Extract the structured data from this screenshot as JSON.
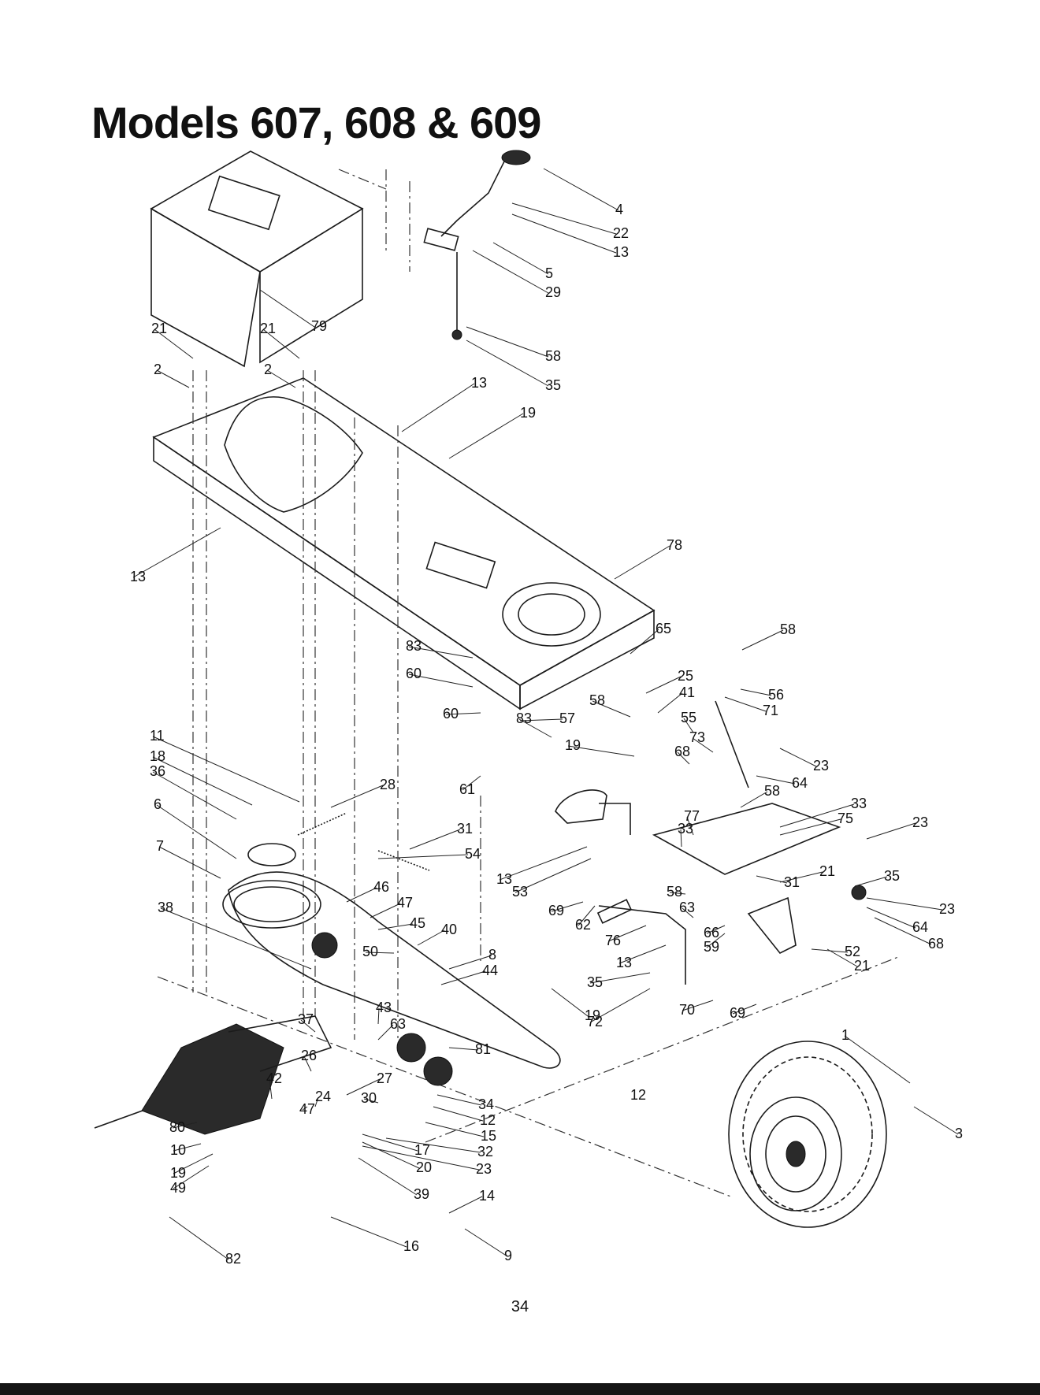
{
  "title": "Models 607, 608 & 609",
  "page_number": "34",
  "callouts": [
    "4",
    "22",
    "13",
    "5",
    "29",
    "79",
    "21",
    "21",
    "2",
    "2",
    "58",
    "35",
    "13",
    "19",
    "13",
    "78",
    "65",
    "58",
    "83",
    "60",
    "25",
    "41",
    "56",
    "71",
    "60",
    "83",
    "57",
    "58",
    "55",
    "73",
    "19",
    "23",
    "64",
    "68",
    "11",
    "18",
    "36",
    "28",
    "61",
    "58",
    "33",
    "75",
    "6",
    "31",
    "54",
    "77",
    "33",
    "23",
    "13",
    "53",
    "21",
    "35",
    "7",
    "46",
    "47",
    "45",
    "58",
    "63",
    "62",
    "23",
    "64",
    "38",
    "69",
    "31",
    "66",
    "68",
    "59",
    "52",
    "40",
    "76",
    "21",
    "50",
    "8",
    "44",
    "13",
    "35",
    "70",
    "69",
    "72",
    "12",
    "43",
    "63",
    "19",
    "37",
    "81",
    "1",
    "26",
    "42",
    "27",
    "24",
    "47",
    "34",
    "12",
    "30",
    "15",
    "80",
    "3",
    "10",
    "17",
    "32",
    "19",
    "20",
    "49",
    "23",
    "39",
    "14",
    "16",
    "9",
    "82"
  ],
  "icons": {
    "chassis": "tractor-frame-icon",
    "dash_panel": "dash-panel-icon",
    "transaxle": "transaxle-icon",
    "wheel": "rear-wheel-icon",
    "pulley": "pulley-icon",
    "belt": "drive-belt-icon",
    "pedal": "brake-pedal-icon",
    "lever": "shift-lever-icon"
  },
  "colors": {
    "ink": "#111111",
    "paper": "#ffffff"
  }
}
